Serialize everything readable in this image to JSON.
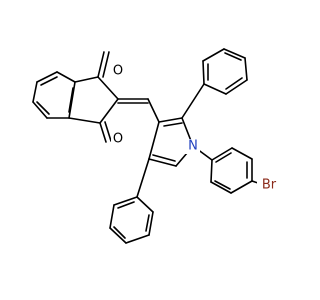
{
  "atoms": {
    "o1": {
      "symbol": "O",
      "color": "#000000"
    },
    "o2": {
      "symbol": "O",
      "color": "#000000"
    },
    "n": {
      "symbol": "N",
      "color": "#1f3fbf"
    },
    "br": {
      "symbol": "Br",
      "color": "#8b2a1a"
    }
  }
}
